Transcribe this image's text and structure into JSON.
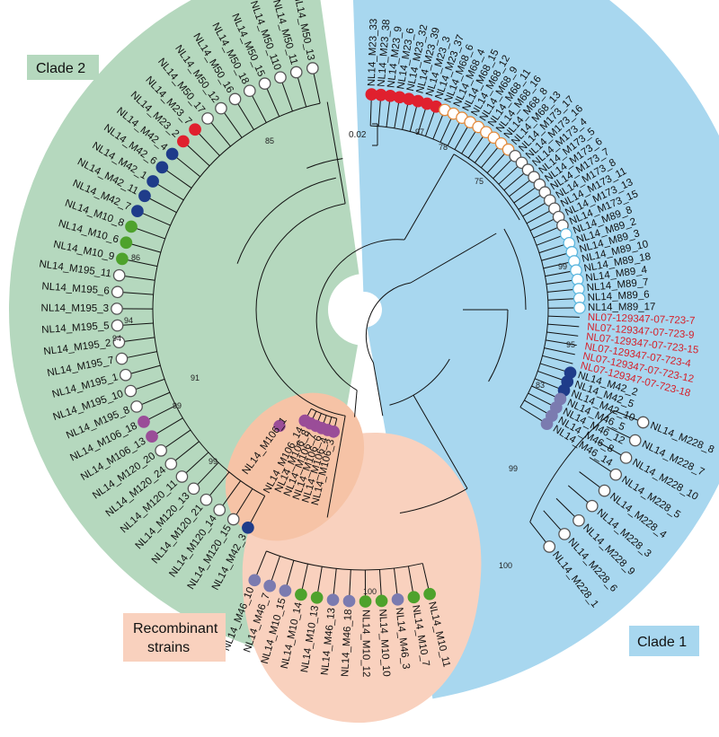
{
  "clade_labels": {
    "clade2": "Clade 2",
    "clade1": "Clade 1",
    "recombinant_line1": "Recombinant",
    "recombinant_line2": "strains"
  },
  "scale_bar": {
    "label": "0.02"
  },
  "colors": {
    "clade1_bg": "#a8d7ef",
    "clade2_bg": "#b5d8be",
    "recombinant_bg": "#f9d1be",
    "dot_red": "#e0202e",
    "dot_navy": "#1f3c8a",
    "dot_green": "#4ea22c",
    "dot_purple": "#9a4d98",
    "dot_slate": "#7b7bb0",
    "dot_white": "#ffffff",
    "dot_orange_ring": "#e38a3c",
    "dot_blue_ring": "#5ab6de",
    "red_label": "#d6202a"
  },
  "leaves": {
    "clade2": [
      {
        "label": "NL14_M50_13",
        "dot": "white"
      },
      {
        "label": "NL14_M50_11",
        "dot": "white"
      },
      {
        "label": "NL14_M50_110",
        "dot": "white"
      },
      {
        "label": "NL14_M50_15",
        "dot": "white"
      },
      {
        "label": "NL14_M50_18",
        "dot": "white"
      },
      {
        "label": "NL14_M50_16",
        "dot": "white"
      },
      {
        "label": "NL14_M50_12",
        "dot": "white"
      },
      {
        "label": "NL14_M50_17",
        "dot": "white"
      },
      {
        "label": "NL14_M23_7",
        "dot": "red"
      },
      {
        "label": "NL14_M23_2",
        "dot": "red"
      },
      {
        "label": "NL14_M42_4",
        "dot": "navy"
      },
      {
        "label": "NL14_M42_6",
        "dot": "navy"
      },
      {
        "label": "NL14_M42_1",
        "dot": "navy"
      },
      {
        "label": "NL14_M42_11",
        "dot": "navy"
      },
      {
        "label": "NL14_M42_7",
        "dot": "navy"
      },
      {
        "label": "NL14_M10_8",
        "dot": "green"
      },
      {
        "label": "NL14_M10_6",
        "dot": "green"
      },
      {
        "label": "NL14_M10_9",
        "dot": "green"
      },
      {
        "label": "NL14_M195_11",
        "dot": "white"
      },
      {
        "label": "NL14_M195_6",
        "dot": "white"
      },
      {
        "label": "NL14_M195_3",
        "dot": "white"
      },
      {
        "label": "NL14_M195_5",
        "dot": "white"
      },
      {
        "label": "NL14_M195_2",
        "dot": "white"
      },
      {
        "label": "NL14_M195_7",
        "dot": "white"
      },
      {
        "label": "NL14_M195_1",
        "dot": "white"
      },
      {
        "label": "NL14_M195_10",
        "dot": "white"
      },
      {
        "label": "NL14_M195_8",
        "dot": "white"
      },
      {
        "label": "NL14_M106_18",
        "dot": "purple"
      },
      {
        "label": "NL14_M106_13",
        "dot": "purple"
      },
      {
        "label": "NL14_M120_20",
        "dot": "white"
      },
      {
        "label": "NL14_M120_24",
        "dot": "white"
      },
      {
        "label": "NL14_M120_11",
        "dot": "white"
      },
      {
        "label": "NL14_M120_13",
        "dot": "white"
      },
      {
        "label": "NL14_M120_21",
        "dot": "white"
      },
      {
        "label": "NL14_M120_14",
        "dot": "white"
      },
      {
        "label": "NL14_M120_15",
        "dot": "white"
      },
      {
        "label": "NL14_M42_3",
        "dot": "navy"
      }
    ],
    "clade1": [
      {
        "label": "NL14_M23_33",
        "dot": "red"
      },
      {
        "label": "NL14_M23_38",
        "dot": "red"
      },
      {
        "label": "NL14_M23_9",
        "dot": "red"
      },
      {
        "label": "NL14_M23_6",
        "dot": "red"
      },
      {
        "label": "NL14_M23_32",
        "dot": "red"
      },
      {
        "label": "NL14_M23_39",
        "dot": "red"
      },
      {
        "label": "NL14_M23_3",
        "dot": "red"
      },
      {
        "label": "NL14_M23_37",
        "dot": "red"
      },
      {
        "label": "NL14_M68_6",
        "dot": "orange"
      },
      {
        "label": "NL14_M68_4",
        "dot": "orange"
      },
      {
        "label": "NL14_M68_15",
        "dot": "orange"
      },
      {
        "label": "NL14_M68_12",
        "dot": "orange"
      },
      {
        "label": "NL14_M68_9",
        "dot": "orange"
      },
      {
        "label": "NL14_M68_11",
        "dot": "orange"
      },
      {
        "label": "NL14_M68_16",
        "dot": "orange"
      },
      {
        "label": "NL14_M68_8",
        "dot": "orange"
      },
      {
        "label": "NL14_M68_13",
        "dot": "orange"
      },
      {
        "label": "NL14_M173_17",
        "dot": "white"
      },
      {
        "label": "NL14_M173_16",
        "dot": "white"
      },
      {
        "label": "NL14_M173_4",
        "dot": "white"
      },
      {
        "label": "NL14_M173_5",
        "dot": "white"
      },
      {
        "label": "NL14_M173_6",
        "dot": "white"
      },
      {
        "label": "NL14_M173_7",
        "dot": "white"
      },
      {
        "label": "NL14_M173_8",
        "dot": "white"
      },
      {
        "label": "NL14_M173_11",
        "dot": "white"
      },
      {
        "label": "NL14_M173_13",
        "dot": "white"
      },
      {
        "label": "NL14_M173_15",
        "dot": "white"
      },
      {
        "label": "NL14_M89_8",
        "dot": "blue"
      },
      {
        "label": "NL14_M89_2",
        "dot": "blue"
      },
      {
        "label": "NL14_M89_3",
        "dot": "blue"
      },
      {
        "label": "NL14_M89_10",
        "dot": "blue"
      },
      {
        "label": "NL14_M89_18",
        "dot": "blue"
      },
      {
        "label": "NL14_M89_4",
        "dot": "blue"
      },
      {
        "label": "NL14_M89_7",
        "dot": "blue"
      },
      {
        "label": "NL14_M89_6",
        "dot": "blue"
      },
      {
        "label": "NL14_M89_17",
        "dot": "blue"
      },
      {
        "label": "NL07-129347-07-723-7",
        "dot": "none",
        "red": true
      },
      {
        "label": "NL07-129347-07-723-9",
        "dot": "none",
        "red": true
      },
      {
        "label": "NL07-129347-07-723-15",
        "dot": "none",
        "red": true
      },
      {
        "label": "NL07-129347-07-723-4",
        "dot": "none",
        "red": true
      },
      {
        "label": "NL07-129347-07-723-12",
        "dot": "none",
        "red": true
      },
      {
        "label": "NL07-129347-07-723-18",
        "dot": "none",
        "red": true
      },
      {
        "label": "NL14_M42_2",
        "dot": "navy"
      },
      {
        "label": "NL14_M42_5",
        "dot": "navy"
      },
      {
        "label": "NL14_M42_10",
        "dot": "navy"
      },
      {
        "label": "NL14_M46_5",
        "dot": "slate"
      },
      {
        "label": "NL14_M46_12",
        "dot": "slate"
      },
      {
        "label": "NL14_M46_8",
        "dot": "slate"
      },
      {
        "label": "NL14_M46_14",
        "dot": "slate"
      }
    ],
    "clade1_m228": [
      {
        "label": "NL14_M228_1",
        "dot": "white"
      },
      {
        "label": "NL14_M228_6",
        "dot": "white"
      },
      {
        "label": "NL14_M228_9",
        "dot": "white"
      },
      {
        "label": "NL14_M228_3",
        "dot": "white"
      },
      {
        "label": "NL14_M228_4",
        "dot": "white"
      },
      {
        "label": "NL14_M228_5",
        "dot": "white"
      },
      {
        "label": "NL14_M228_10",
        "dot": "white"
      },
      {
        "label": "NL14_M228_7",
        "dot": "white"
      },
      {
        "label": "NL14_M228_8",
        "dot": "white"
      }
    ],
    "recombinant_bottom": [
      {
        "label": "NL14_M10_11",
        "dot": "green"
      },
      {
        "label": "NL14_M10_7",
        "dot": "green"
      },
      {
        "label": "NL14_M46_3",
        "dot": "slate"
      },
      {
        "label": "NL14_M10_10",
        "dot": "green"
      },
      {
        "label": "NL14_M10_12",
        "dot": "green"
      },
      {
        "label": "NL14_M46_18",
        "dot": "slate"
      },
      {
        "label": "NL14_M46_13",
        "dot": "slate"
      },
      {
        "label": "NL14_M10_13",
        "dot": "green"
      },
      {
        "label": "NL14_M10_14",
        "dot": "green"
      },
      {
        "label": "NL14_M10_15",
        "dot": "slate"
      },
      {
        "label": "NL14_M46_7",
        "dot": "slate"
      },
      {
        "label": "NL14_M46_10",
        "dot": "slate"
      }
    ],
    "recombinant_inner": [
      {
        "label": "NL14_M106_3",
        "dot": "purple"
      },
      {
        "label": "NL14_M106_4",
        "dot": "purple"
      },
      {
        "label": "NL14_M106_6",
        "dot": "purple"
      },
      {
        "label": "NL14_M106_7",
        "dot": "purple"
      },
      {
        "label": "NL14_M106_8",
        "dot": "purple"
      },
      {
        "label": "NL14_M106_14",
        "dot": "purple"
      }
    ],
    "recombinant_single": {
      "label": "NL14_M106_1",
      "dot": "purple"
    }
  },
  "bootstrap": [
    "85",
    "97",
    "78",
    "75",
    "99",
    "95",
    "83",
    "86",
    "94",
    "94",
    "91",
    "99",
    "99",
    "99",
    "100",
    "100"
  ]
}
